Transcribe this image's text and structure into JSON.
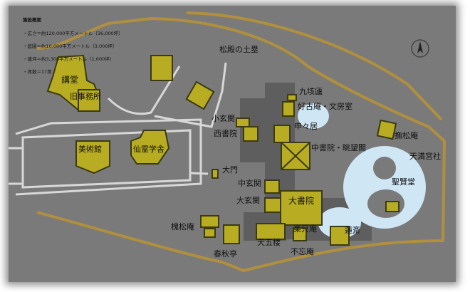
{
  "info": {
    "title": "施設概要",
    "items": [
      "・広さ＝約120,000平方メートル（36,000坪）",
      "・庭園＝約10,000平方メートル（3,000坪）",
      "・建坪＝約3,300平方メートル（1,000坪）",
      "・席数＝17席"
    ]
  },
  "labels": {
    "embankment": "松殿の土塁",
    "kodo": "講堂",
    "old_office": "旧事務所",
    "museum": "美術館",
    "senrei": "仙霊学舎",
    "kyugai": "九垓廬",
    "kouko": "好古庵・文房室",
    "shogenkan": "小玄関",
    "nishi_shoin": "西書院",
    "shinshin": "申々居",
    "naka_shoin": "中書院・眺望閣",
    "daimon": "大門",
    "busho": "撫松庵",
    "tenmangu": "天満宮社",
    "seiken": "聖賢堂",
    "naka_genkan": "中玄関",
    "dai_genkan": "大玄関",
    "dai_shoin": "大書院",
    "rakushi": "楽只庵",
    "rensai": "蓮斎",
    "tengo": "天五楼",
    "fubo": "不忘庵",
    "kaisho": "槐松庵",
    "shunju": "春秋亭"
  },
  "colors": {
    "ground": "#7a7a7a",
    "building": "#b8ad22",
    "building_edge": "#3b3a10",
    "paved": "#5e5e5e",
    "water": "#cfe6f5",
    "embankment": "#b0903e",
    "road": "#d8d8d8"
  },
  "compass": "north-arrow"
}
